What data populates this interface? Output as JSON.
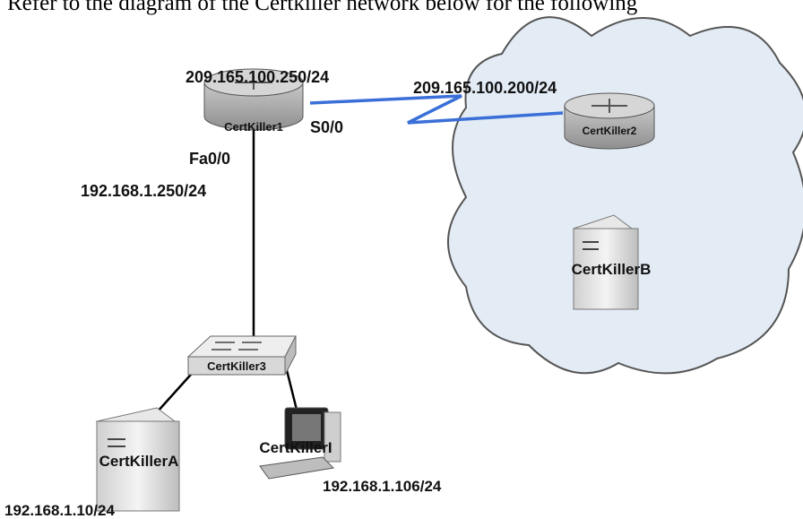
{
  "caption": "Refer to the diagram of the Certkiller network below for the following",
  "devices": {
    "router1": {
      "name": "CertKiller1",
      "ip_top": "209.165.100.250/24",
      "serial_iface": "S0/0",
      "fa_iface": "Fa0/0",
      "ip_fa": "192.168.1.250/24"
    },
    "router2": {
      "name": "CertKiller2",
      "ip": "209.165.100.200/24"
    },
    "switch": {
      "name": "CertKiller3"
    },
    "serverA": {
      "name": "CertKillerA",
      "ip": "192.168.1.10/24"
    },
    "serverB": {
      "name": "CertKillerB"
    },
    "pc": {
      "name": "CertKillerI",
      "ip": "192.168.1.106/24"
    }
  },
  "colors": {
    "cloud_fill": "#e3ebf5",
    "wan_link": "#3a6fd8",
    "router": "#a9a9a9",
    "lan_link": "#000000"
  }
}
